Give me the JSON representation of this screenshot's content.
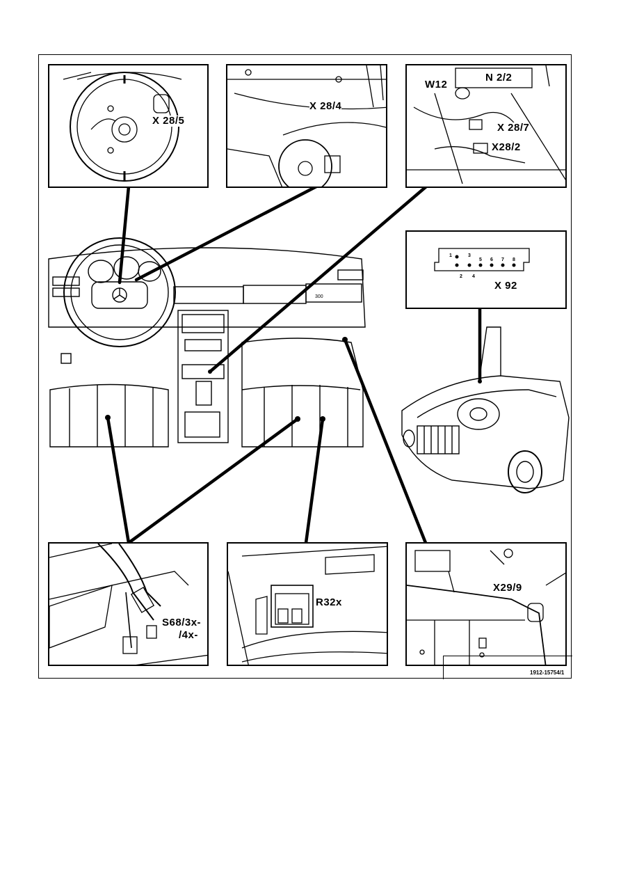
{
  "labels": {
    "x28_5": "X 28/5",
    "x28_4": "X 28/4",
    "w12": "W12",
    "n2_2": "N 2/2",
    "x28_7": "X 28/7",
    "x28_2": "X28/2",
    "x92": "X 92",
    "x92_pins_top": [
      "1",
      "3"
    ],
    "x92_pins_bottom": [
      "2",
      "4",
      "5",
      "6",
      "7",
      "8"
    ],
    "s68_line1": "S68/3x-",
    "s68_line2": "/4x-",
    "r32x": "R32x",
    "x29_9": "X29/9",
    "dash_badge": "300"
  },
  "reference_code": "1912-15754/1"
}
